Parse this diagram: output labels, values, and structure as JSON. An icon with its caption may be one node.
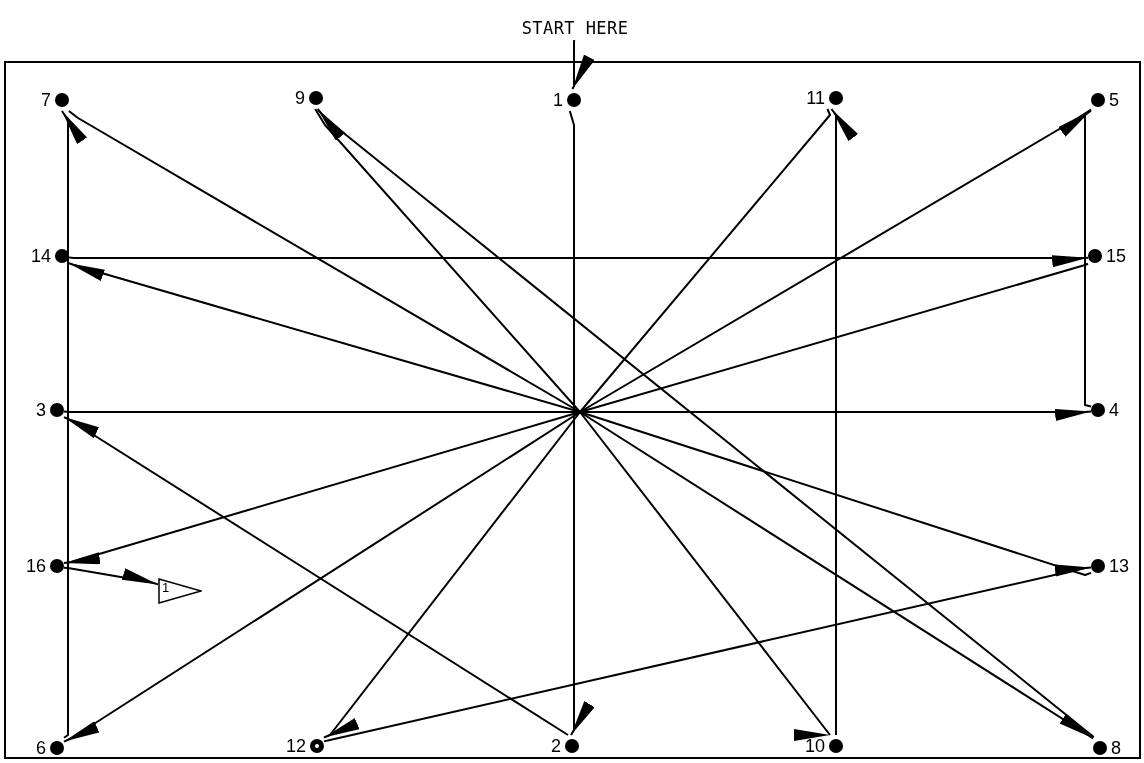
{
  "diagram": {
    "nodes": [
      {
        "text": [
          "START HERE"
        ]
      },
      {
        "text": [
          "1"
        ]
      },
      {
        "text": [
          "2"
        ]
      },
      {
        "text": [
          "3"
        ]
      },
      {
        "text": [
          "4"
        ]
      },
      {
        "text": [
          "5"
        ]
      },
      {
        "text": [
          "6"
        ]
      },
      {
        "text": [
          "7"
        ]
      },
      {
        "text": [
          "8"
        ]
      },
      {
        "text": [
          "9"
        ]
      },
      {
        "text": [
          "10"
        ]
      },
      {
        "text": [
          "11"
        ]
      },
      {
        "text": [
          "12"
        ]
      },
      {
        "text": [
          "13"
        ]
      },
      {
        "text": [
          "14"
        ]
      },
      {
        "text": [
          "15"
        ]
      },
      {
        "text": [
          "16"
        ]
      },
      {
        "text": [
          "1"
        ]
      }
    ],
    "edges": [
      {
        "from": 0,
        "to": 1,
        "arrow": "to"
      },
      {
        "from": 1,
        "to": 2,
        "arrow": "to"
      },
      {
        "from": 2,
        "to": 3,
        "arrow": "to"
      },
      {
        "from": 3,
        "to": 4,
        "arrow": "to"
      },
      {
        "from": 4,
        "to": 5,
        "arrow": "to"
      },
      {
        "from": 5,
        "to": 6,
        "arrow": "to"
      },
      {
        "from": 6,
        "to": 7,
        "arrow": "to"
      },
      {
        "from": 7,
        "to": 8,
        "arrow": "to"
      },
      {
        "from": 8,
        "to": 9,
        "arrow": "to"
      },
      {
        "from": 9,
        "to": 10,
        "arrow": "to"
      },
      {
        "from": 10,
        "to": 11,
        "arrow": "to"
      },
      {
        "from": 11,
        "to": 12,
        "arrow": "to"
      },
      {
        "from": 12,
        "to": 13,
        "arrow": "to"
      },
      {
        "from": 13,
        "to": 14,
        "arrow": "to"
      },
      {
        "from": 14,
        "to": 15,
        "arrow": "to"
      },
      {
        "from": 15,
        "to": 16,
        "arrow": "to"
      },
      {
        "from": 16,
        "to": 17,
        "arrow": "to"
      }
    ]
  }
}
